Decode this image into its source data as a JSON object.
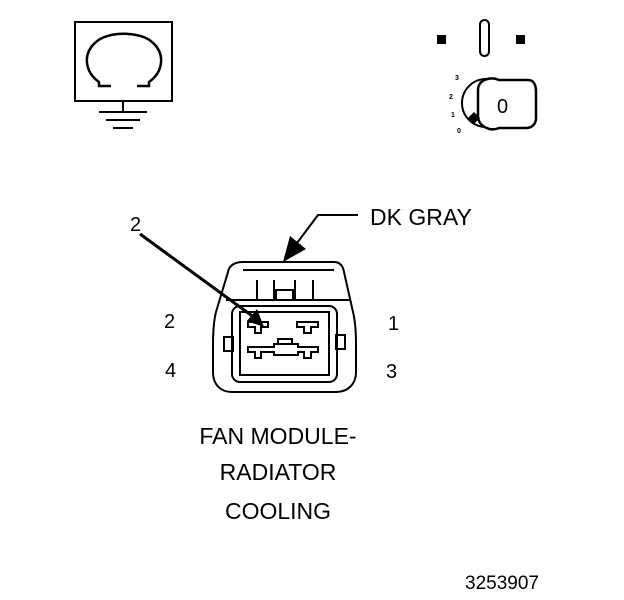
{
  "colors": {
    "ink": "#000000",
    "paper": "#ffffff"
  },
  "meter_symbol": {
    "icon": "ohm-meter-ground-icon"
  },
  "ignition_switch": {
    "icon": "ignition-key-switch-icon",
    "positions": [
      "3",
      "2",
      "1",
      "0"
    ],
    "key_label": "0"
  },
  "connector": {
    "wire_color_label": "DK GRAY",
    "pointer_pin_label": "2",
    "pin_labels": {
      "top_left": "2",
      "top_right": "1",
      "bottom_left": "4",
      "bottom_right": "3"
    },
    "name_lines": [
      "FAN MODULE-",
      "RADIATOR",
      "COOLING"
    ]
  },
  "figure_id": "3253907"
}
